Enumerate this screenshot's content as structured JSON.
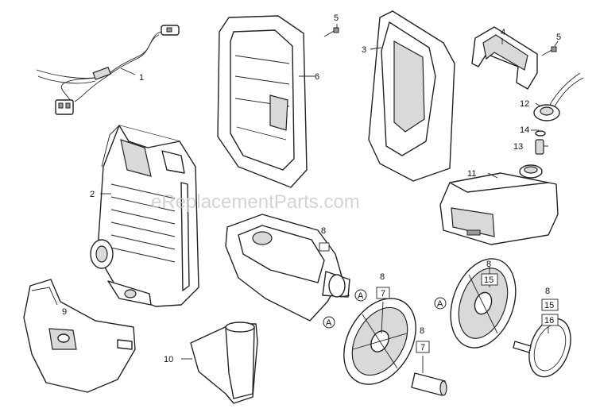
{
  "watermark": "eReplacementParts.com",
  "callouts": {
    "p1": "1",
    "p2": "2",
    "p3": "3",
    "p4": "4",
    "p5a": "5",
    "p5b": "5",
    "p6": "6",
    "p8a": "8",
    "p8b": "8",
    "p8c": "8",
    "p8d": "8",
    "p8e": "8",
    "p7a": "7",
    "p7b": "7",
    "p9": "9",
    "p10": "10",
    "p11": "11",
    "p12": "12",
    "p13": "13",
    "p14": "14",
    "p15a": "15",
    "p15b": "15",
    "p16": "16",
    "aa": "A",
    "ab": "A",
    "ac": "A"
  },
  "colors": {
    "line": "#222222",
    "watermark": "#c8c8c8"
  }
}
